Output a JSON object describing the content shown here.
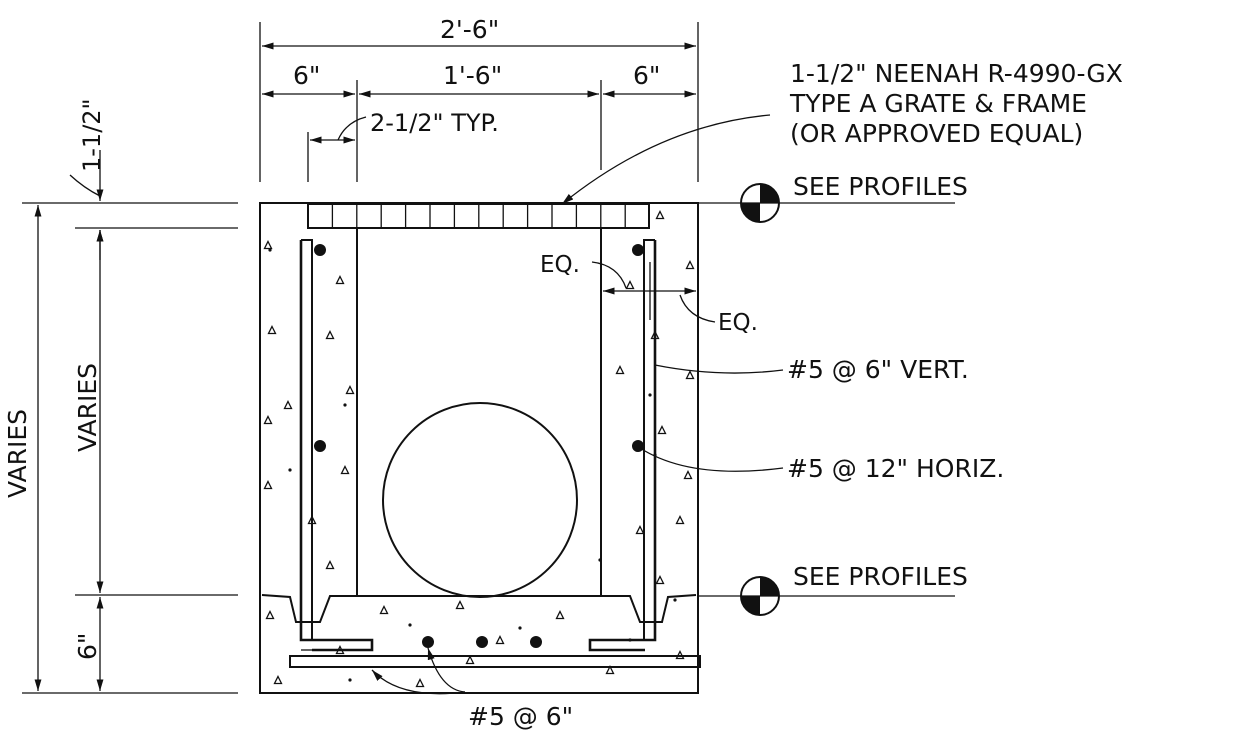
{
  "colors": {
    "ink": "#111111",
    "paper": "#ffffff"
  },
  "dimensions": {
    "overall_width": "2'-6\"",
    "left_wall": "6\"",
    "opening": "1'-6\"",
    "right_wall": "6\"",
    "grate_offset": "2-1/2\" TYP.",
    "grate_depth": "1-1/2\"",
    "overall_height": "VARIES",
    "wall_height": "VARIES",
    "slab_thickness": "6\""
  },
  "notes": {
    "grate_line1": "1-1/2\" NEENAH R-4990-GX",
    "grate_line2": "TYPE A GRATE & FRAME",
    "grate_line3": "(OR APPROVED EQUAL)",
    "see_profiles_top": "SEE PROFILES",
    "see_profiles_bottom": "SEE PROFILES",
    "eq_upper": "EQ.",
    "eq_lower": "EQ.",
    "vert_rebar": "#5 @ 6\" VERT.",
    "horiz_rebar": "#5 @ 12\" HORIZ.",
    "slab_rebar": "#5 @ 6\""
  },
  "symbols": {
    "elevation_marker": "elevation-target-icon"
  }
}
